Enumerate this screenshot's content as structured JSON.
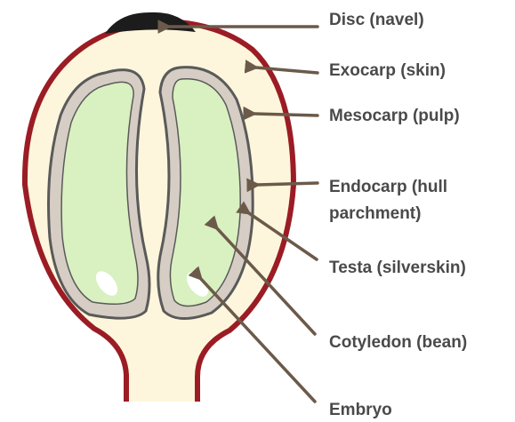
{
  "labels": {
    "disc": "Disc (navel)",
    "exocarp": "Exocarp (skin)",
    "mesocarp": "Mesocarp (pulp)",
    "endocarp_line1": "Endocarp (hull",
    "endocarp_line2": "parchment)",
    "testa": "Testa (silverskin)",
    "cotyledon": "Cotyledon (bean)",
    "embryo": "Embryo"
  },
  "colors": {
    "exocarp": "#9b1c24",
    "mesocarp": "#fdf6dc",
    "endocarp": "#d6cdc4",
    "testa_outline": "#5a5a5a",
    "cotyledon": "#d9f0c0",
    "embryo": "#ffffff",
    "disc": "#1c1c1c",
    "arrow": "#6b5a4a",
    "label_text": "#4a4a4a"
  }
}
